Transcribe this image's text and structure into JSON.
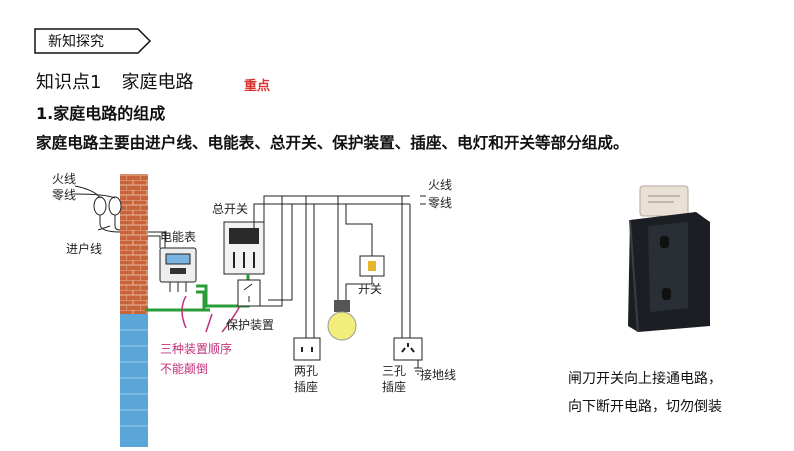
{
  "header": {
    "tag": "新知探究"
  },
  "section": {
    "title_prefix": "知识点1",
    "title_main": "家庭电路",
    "key_badge": "重点",
    "subtitle": "1.家庭电路的组成",
    "description": "家庭电路主要由进户线、电能表、总开关、保护装置、插座、电灯和开关等部分组成。"
  },
  "diagram": {
    "live_wire_left": "火线",
    "neutral_wire_left": "零线",
    "service_line": "进户线",
    "meter": "电能表",
    "main_switch": "总开关",
    "live_wire_right": "火线",
    "neutral_wire_right": "零线",
    "switch": "开关",
    "protection": "保护装置",
    "order_note_1": "三种装置顺序",
    "order_note_2": "不能颠倒",
    "two_hole_1": "两孔",
    "two_hole_2": "插座",
    "three_hole_1": "三孔",
    "three_hole_2": "插座",
    "ground_wire": "接地线"
  },
  "photo": {
    "caption_line1": "闸刀开关向上接通电路，",
    "caption_line2": "向下断开电路，切勿倒装"
  },
  "colors": {
    "accent_red": "#d83232",
    "pink_note": "#c0307a",
    "green_wire": "#2a9d3a",
    "brick": "#c8643c"
  }
}
